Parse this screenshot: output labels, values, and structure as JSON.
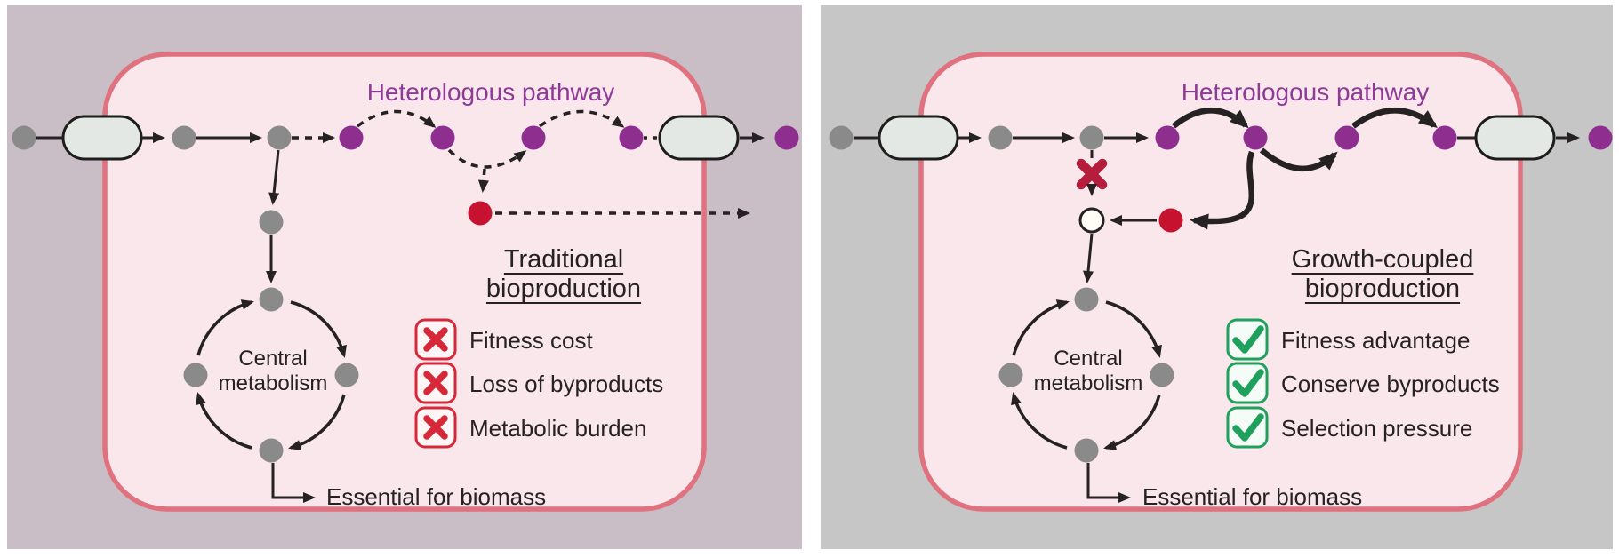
{
  "figure": {
    "kind": "two-panel cell metabolism diagram",
    "left_panel": {
      "pathway_title": "Heterologous pathway",
      "approach_title_line1": "Traditional",
      "approach_title_line2": "bioproduction",
      "checklist": [
        {
          "icon": "cross-icon",
          "status": "fail",
          "label": "Fitness cost"
        },
        {
          "icon": "cross-icon",
          "status": "fail",
          "label": "Loss of byproducts"
        },
        {
          "icon": "cross-icon",
          "status": "fail",
          "label": "Metabolic burden"
        }
      ],
      "cycle_label_line1": "Central",
      "cycle_label_line2": "metabolism",
      "biomass_label": "Essential for biomass"
    },
    "right_panel": {
      "pathway_title": "Heterologous pathway",
      "approach_title_line1": "Growth-coupled",
      "approach_title_line2": "bioproduction",
      "checklist": [
        {
          "icon": "check-icon",
          "status": "pass",
          "label": "Fitness advantage"
        },
        {
          "icon": "check-icon",
          "status": "pass",
          "label": "Conserve byproducts"
        },
        {
          "icon": "check-icon",
          "status": "pass",
          "label": "Selection pressure"
        }
      ],
      "cycle_label_line1": "Central",
      "cycle_label_line2": "metabolism",
      "biomass_label": "Essential for biomass"
    },
    "colors": {
      "left_panel_background": "#c9bec5",
      "right_panel_background": "#c7c6c6",
      "cell_fill": "#f9e7ec",
      "membrane_stroke": "#e0717e",
      "transporter_fill": "#e3e8e4",
      "metabolite_gray": "#8a8a8a",
      "pathway_purple": "#8e2f90",
      "byproduct_red": "#c6122f",
      "knockout_red": "#b41e3c",
      "fail_red": "#d62839",
      "pass_green": "#1fa15d",
      "title_purple": "#8e3a97",
      "ink": "#262122"
    }
  }
}
